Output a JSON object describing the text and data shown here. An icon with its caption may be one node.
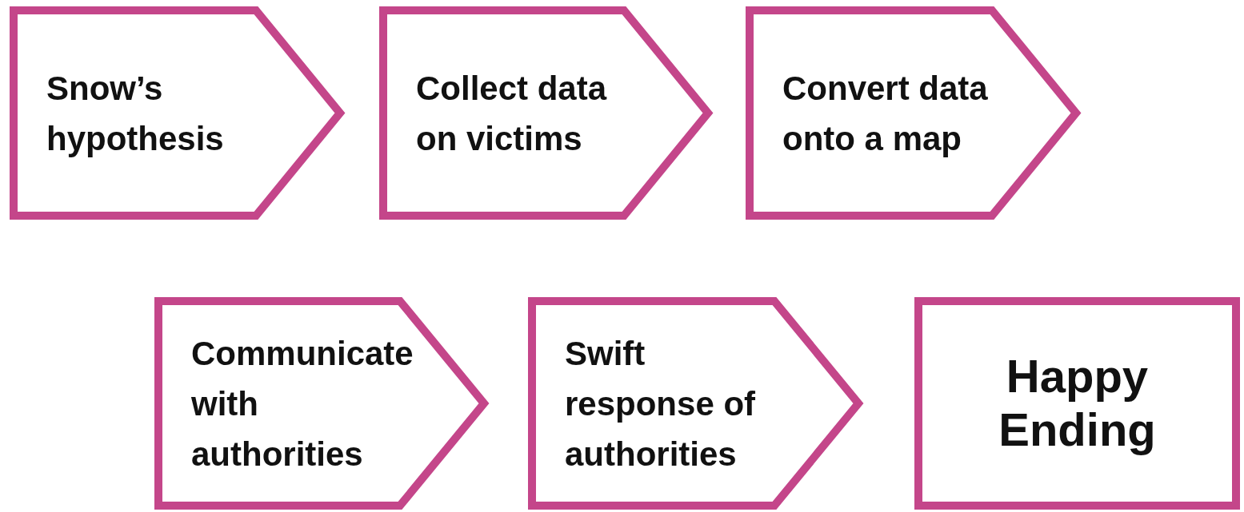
{
  "diagram": {
    "nodes": [
      {
        "text": [
          "Snow’s hypothesis"
        ]
      },
      {
        "text": [
          "Collect data on victims"
        ]
      },
      {
        "text": [
          "Convert data onto a map"
        ]
      },
      {
        "text": [
          "Communicate with authorities"
        ]
      },
      {
        "text": [
          "Swift response of authorities"
        ]
      },
      {
        "text": [
          "Happy Ending"
        ]
      }
    ]
  }
}
